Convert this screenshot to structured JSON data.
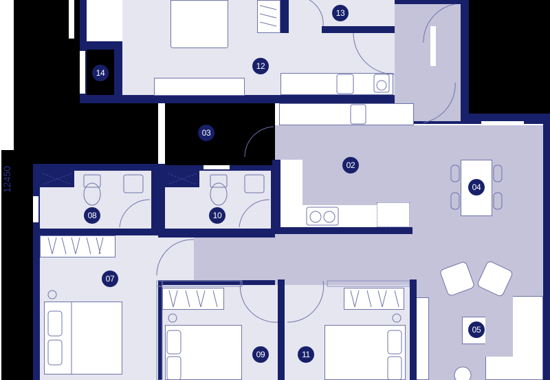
{
  "plan": {
    "type": "apartment-floor-plan",
    "dimension_label": "12450",
    "colors": {
      "wall": "#18206a",
      "room_fill": "#e6e6f0",
      "common_area_fill": "#c4c3da",
      "exterior": "#000000",
      "line": "#6e73a8"
    },
    "rooms": [
      {
        "id": "02",
        "label": "02"
      },
      {
        "id": "03",
        "label": "03"
      },
      {
        "id": "04",
        "label": "04"
      },
      {
        "id": "05",
        "label": "05"
      },
      {
        "id": "07",
        "label": "07"
      },
      {
        "id": "08",
        "label": "08"
      },
      {
        "id": "09",
        "label": "09"
      },
      {
        "id": "10",
        "label": "10"
      },
      {
        "id": "11",
        "label": "11"
      },
      {
        "id": "12",
        "label": "12"
      },
      {
        "id": "13",
        "label": "13"
      },
      {
        "id": "14",
        "label": "14"
      }
    ]
  }
}
